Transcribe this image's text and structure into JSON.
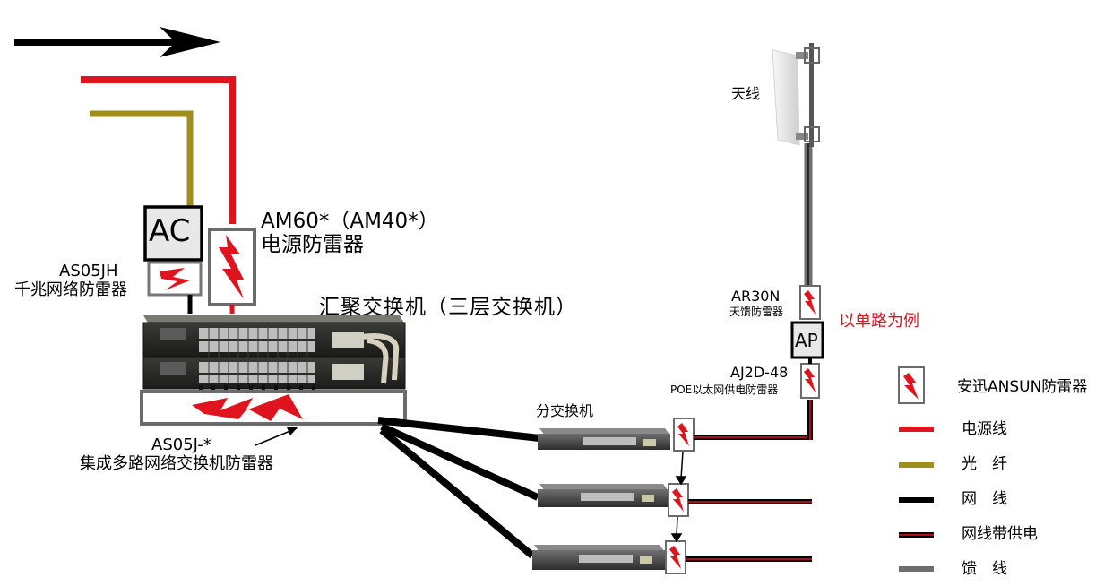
{
  "labels": {
    "ac": "AC",
    "ap": "AP",
    "am60_model": "AM60*（AM40*）",
    "am60_name": "电源防雷器",
    "as05jh_model": "AS05JH",
    "as05jh_name": "千兆网络防雷器",
    "core_switch": "汇聚交换机（三层交换机）",
    "as05j_model": "AS05J-*",
    "as05j_name": "集成多路网络交换机防雷器",
    "branch_switch": "分交换机",
    "antenna": "天线",
    "ar30n_model": "AR30N",
    "ar30n_name": "天馈防雷器",
    "example_note": "以单路为例",
    "aj2d_model": "AJ2D-48",
    "aj2d_name": "POE以太网供电防雷器"
  },
  "legend": [
    {
      "label": "安迅ANSUN防雷器",
      "kind": "arrester-icon"
    },
    {
      "label": "电源线",
      "kind": "line",
      "color": "#e0141e"
    },
    {
      "label": "光　纤",
      "kind": "line",
      "color": "#a08f1a"
    },
    {
      "label": "网　线",
      "kind": "line",
      "color": "#000000"
    },
    {
      "label": "网线带供电",
      "kind": "line-poe",
      "color": "#000000",
      "accent": "#e0141e"
    },
    {
      "label": "馈　线",
      "kind": "line",
      "color": "#6e6e6e"
    }
  ],
  "colors": {
    "power": "#e0141e",
    "fiber": "#a08f1a",
    "network": "#000000",
    "feeder": "#6e6e6e"
  }
}
